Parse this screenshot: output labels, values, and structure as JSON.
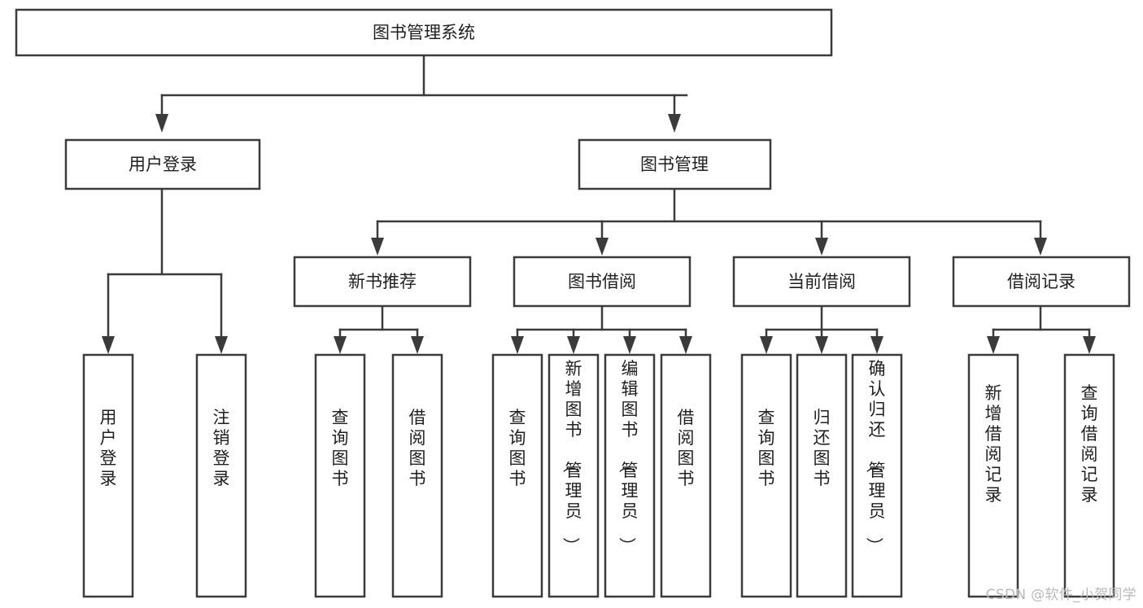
{
  "diagram": {
    "type": "tree-hierarchy",
    "title": "图书管理系统",
    "watermark": "CSDN @软件_小贺同学",
    "colors": {
      "stroke": "#3b3b3b",
      "fill": "#ffffff",
      "text": "#1f1f1f",
      "watermark": "#b9b9b9",
      "background": "#ffffff"
    },
    "root": {
      "label": "图书管理系统",
      "level": 0
    },
    "level1": [
      {
        "label": "用户登录",
        "level": 1
      },
      {
        "label": "图书管理",
        "level": 1
      }
    ],
    "level2": [
      {
        "label": "新书推荐",
        "parent": "图书管理",
        "level": 2
      },
      {
        "label": "图书借阅",
        "parent": "图书管理",
        "level": 2
      },
      {
        "label": "当前借阅",
        "parent": "图书管理",
        "level": 2
      },
      {
        "label": "借阅记录",
        "parent": "图书管理",
        "level": 2
      }
    ],
    "leaves": [
      {
        "label": "用户登录",
        "parent": "用户登录",
        "level": 3
      },
      {
        "label": "注销登录",
        "parent": "用户登录",
        "level": 3
      },
      {
        "label": "查询图书",
        "parent": "新书推荐",
        "level": 3
      },
      {
        "label": "借阅图书",
        "parent": "新书推荐",
        "level": 3
      },
      {
        "label": "查询图书",
        "parent": "图书借阅",
        "level": 3
      },
      {
        "label": "新增图书（管理员）",
        "parent": "图书借阅",
        "level": 3
      },
      {
        "label": "编辑图书（管理员）",
        "parent": "图书借阅",
        "level": 3
      },
      {
        "label": "借阅图书",
        "parent": "图书借阅",
        "level": 3
      },
      {
        "label": "查询图书",
        "parent": "当前借阅",
        "level": 3
      },
      {
        "label": "归还图书",
        "parent": "当前借阅",
        "level": 3
      },
      {
        "label": "确认归还（管理员）",
        "parent": "当前借阅",
        "level": 3
      },
      {
        "label": "新增借阅记录",
        "parent": "借阅记录",
        "level": 3
      },
      {
        "label": "查询借阅记录",
        "parent": "借阅记录",
        "level": 3
      }
    ]
  }
}
